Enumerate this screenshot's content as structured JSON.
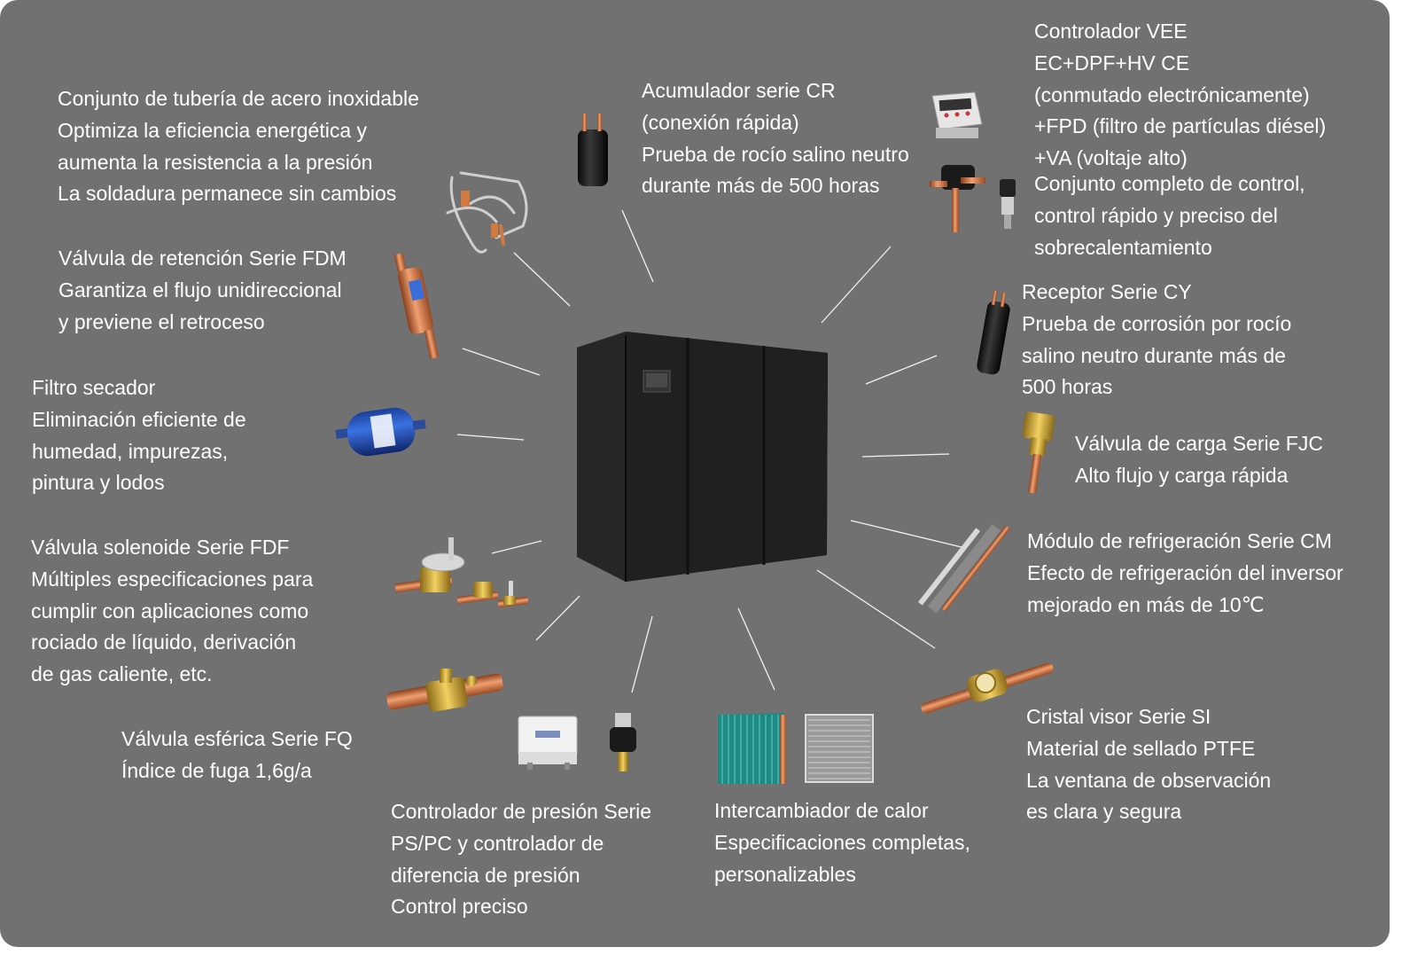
{
  "callouts": [
    {
      "id": "tuberia",
      "lines": [
        "Conjunto de tubería de acero inoxidable",
        "Optimiza la eficiencia energética y",
        "aumenta la resistencia a la presión",
        "La soldadura permanece sin cambios"
      ]
    },
    {
      "id": "acumulador",
      "lines": [
        "Acumulador serie CR",
        "(conexión rápida)",
        "Prueba de rocío salino neutro",
        "durante más de 500 horas"
      ]
    },
    {
      "id": "controlador-vee",
      "lines": [
        "Controlador VEE",
        "EC+DPF+HV CE",
        "(conmutado electrónicamente)",
        "+FPD (filtro de partículas diésel)",
        "+VA (voltaje alto)",
        "Conjunto completo de control,",
        "control rápido y preciso del",
        "sobrecalentamiento"
      ]
    },
    {
      "id": "retencion",
      "lines": [
        "Válvula de retención Serie FDM",
        "Garantiza el flujo unidireccional",
        "y previene el retroceso"
      ]
    },
    {
      "id": "receptor",
      "lines": [
        "Receptor Serie CY",
        "Prueba de corrosión por rocío",
        "salino neutro durante más de",
        "500 horas"
      ]
    },
    {
      "id": "filtro",
      "lines": [
        "Filtro secador",
        "Eliminación eficiente de",
        "humedad, impurezas,",
        "pintura y lodos"
      ]
    },
    {
      "id": "carga",
      "lines": [
        "Válvula de carga Serie FJC",
        "Alto flujo y carga rápida"
      ]
    },
    {
      "id": "solenoide",
      "lines": [
        "Válvula solenoide Serie FDF",
        "Múltiples especificaciones para",
        "cumplir con aplicaciones como",
        "rociado de líquido, derivación",
        "de gas caliente, etc."
      ]
    },
    {
      "id": "refrigeracion",
      "lines": [
        "Módulo de refrigeración Serie CM",
        "Efecto de refrigeración del inversor",
        "mejorado en más de 10℃"
      ]
    },
    {
      "id": "esferica",
      "lines": [
        "Válvula esférica Serie FQ",
        "Índice de fuga 1,6g/a"
      ]
    },
    {
      "id": "visor",
      "lines": [
        "Cristal visor Serie SI",
        "Material de sellado PTFE",
        "La ventana de observación",
        "es clara y segura"
      ]
    },
    {
      "id": "presion",
      "lines": [
        "Controlador de presión Serie",
        "PS/PC y controlador de",
        "diferencia de presión",
        "Control preciso"
      ]
    },
    {
      "id": "intercambiador",
      "lines": [
        "Intercambiador de calor",
        "Especificaciones completas,",
        "personalizables"
      ]
    }
  ],
  "colors": {
    "background": "#717171",
    "text": "#ffffff",
    "cabinet": "#1f1f1f",
    "copper": "#c8703e",
    "brass": "#c9a23a"
  },
  "icons": [
    "cabinet-unit",
    "pipe-assembly",
    "accumulator",
    "vee-controller",
    "check-valve",
    "receiver",
    "filter-drier",
    "charging-valve",
    "solenoid-valve",
    "cooling-module",
    "ball-valve",
    "sight-glass",
    "pressure-controller",
    "heat-exchanger"
  ]
}
